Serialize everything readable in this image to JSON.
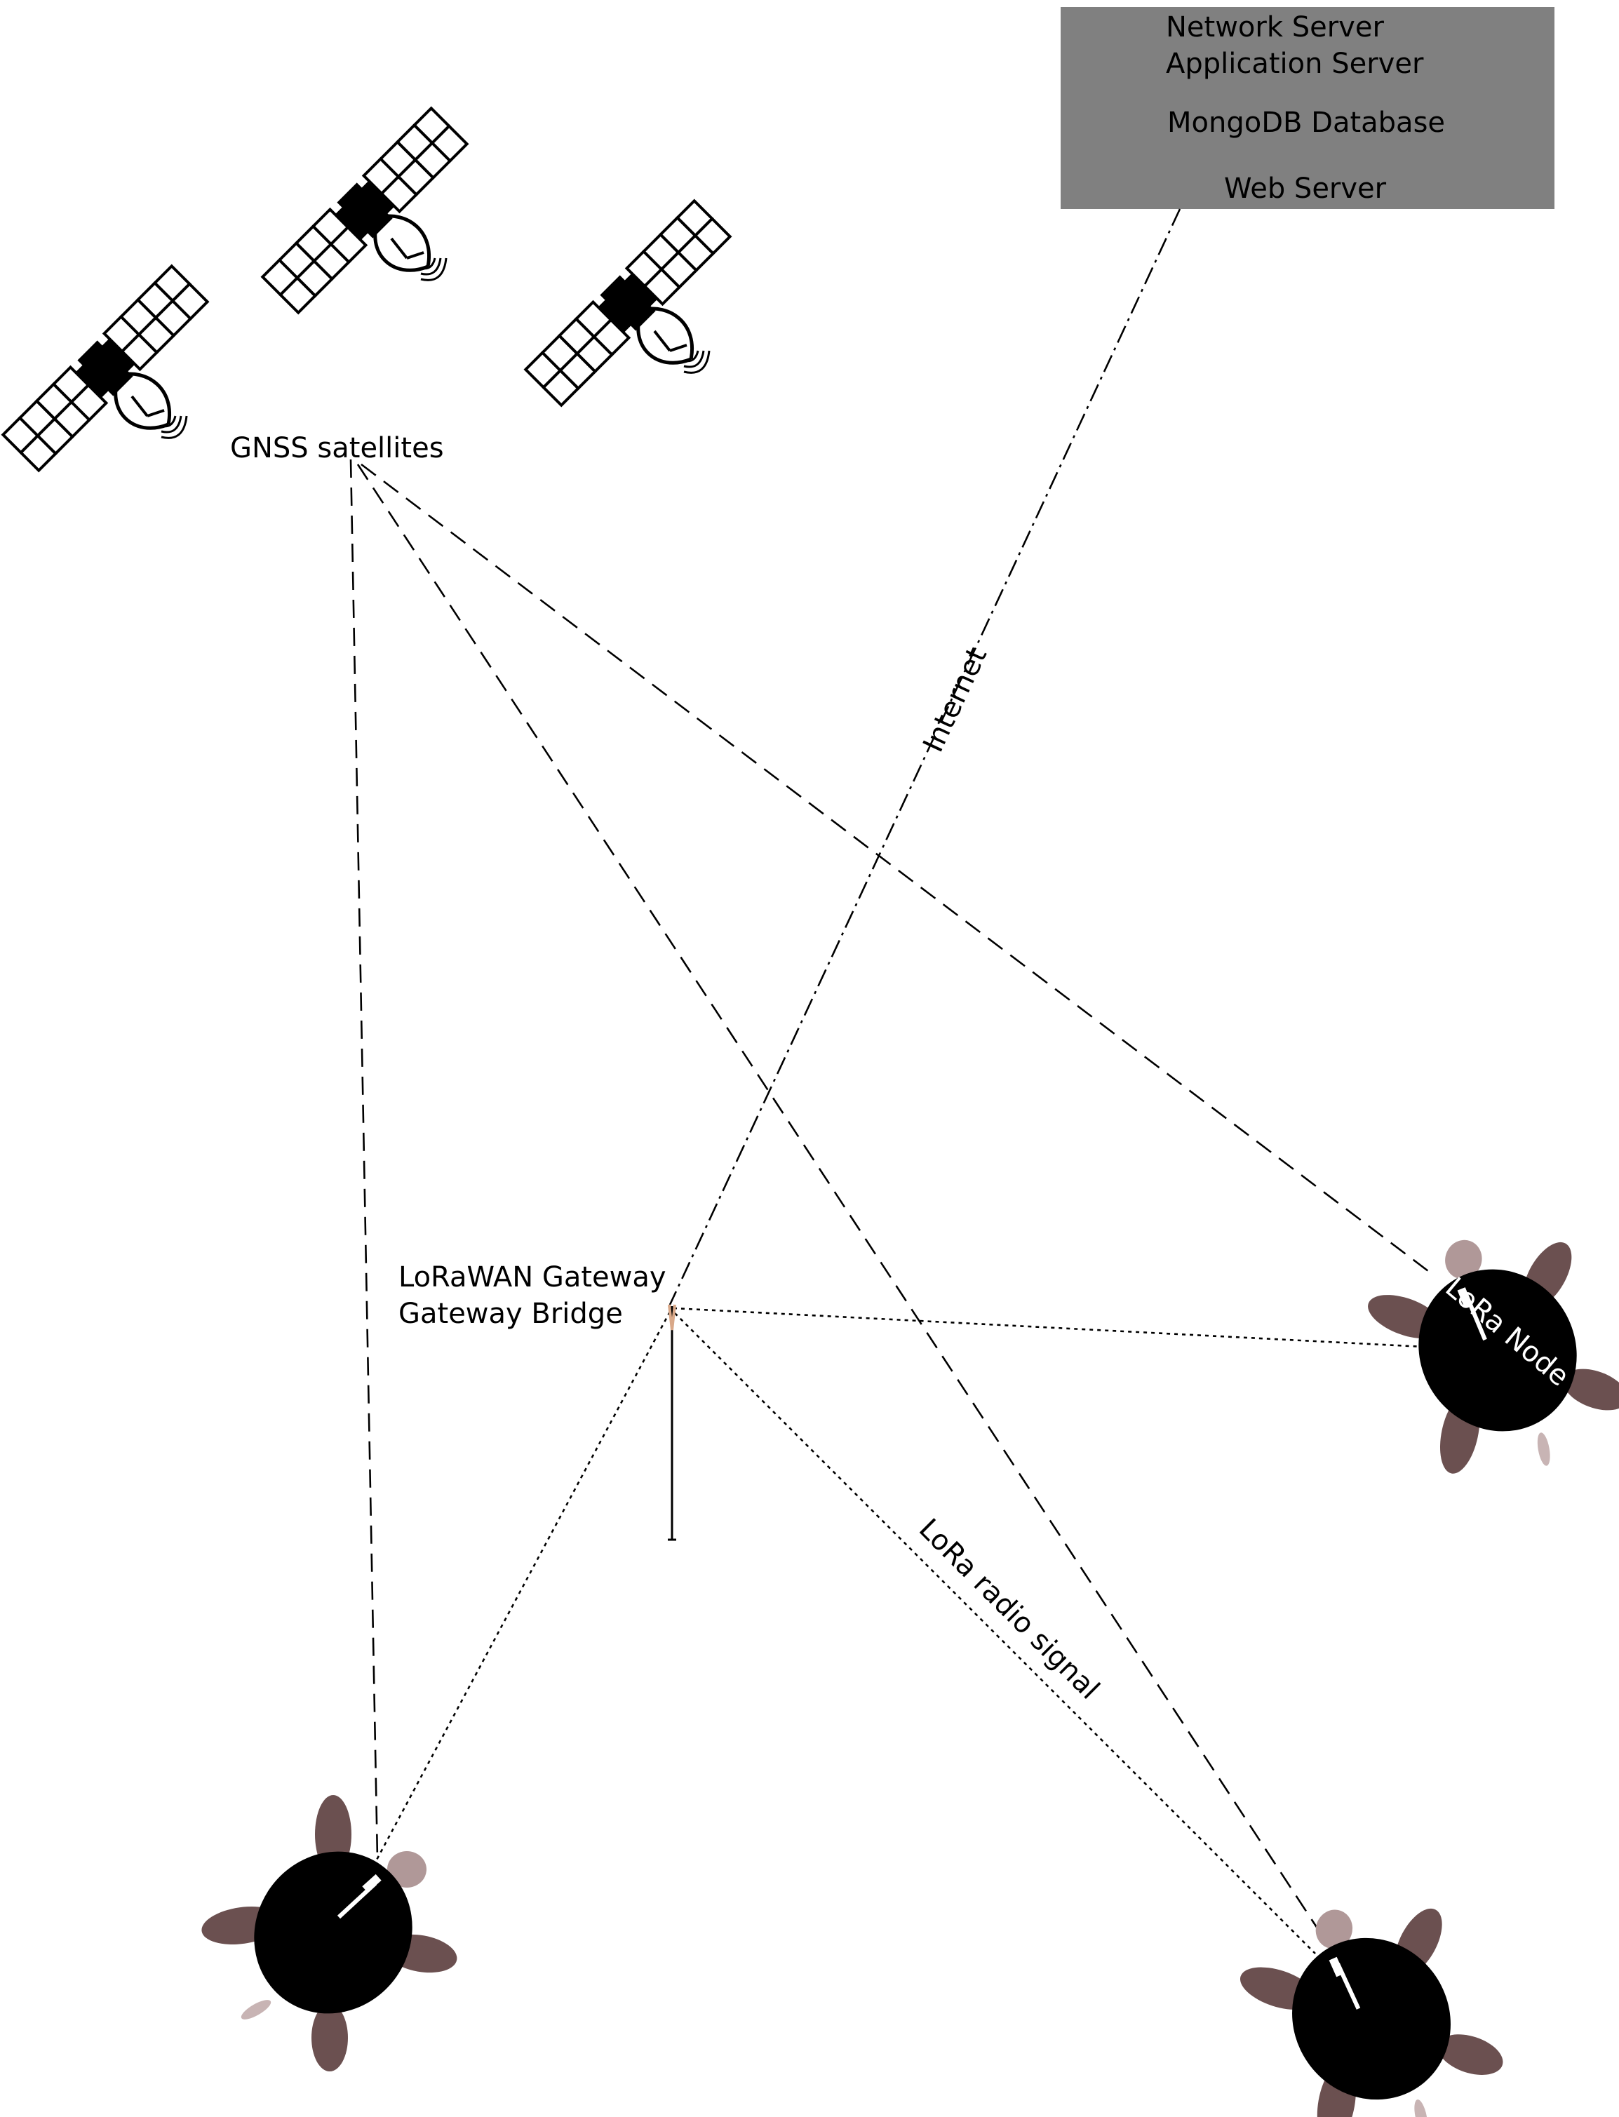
{
  "server_box": {
    "lines": [
      "Network Server",
      "Application Server",
      "MongoDB Database",
      "Web Server"
    ]
  },
  "labels": {
    "gnss": "GNSS satellites",
    "internet": "Internet",
    "gateway_line1": "LoRaWAN Gateway",
    "gateway_line2": "Gateway Bridge",
    "lora_signal": "LoRa radio signal",
    "lora_node": "LoRa Node"
  },
  "colors": {
    "server_box_fill": "#808080",
    "turtle_flipper": "#6b5050",
    "turtle_head": "#b09898",
    "turtle_shell": "#000000",
    "gateway_tip": "#d9a888"
  },
  "icons": [
    "satellite-icon",
    "turtle-icon",
    "gateway-antenna-icon"
  ]
}
